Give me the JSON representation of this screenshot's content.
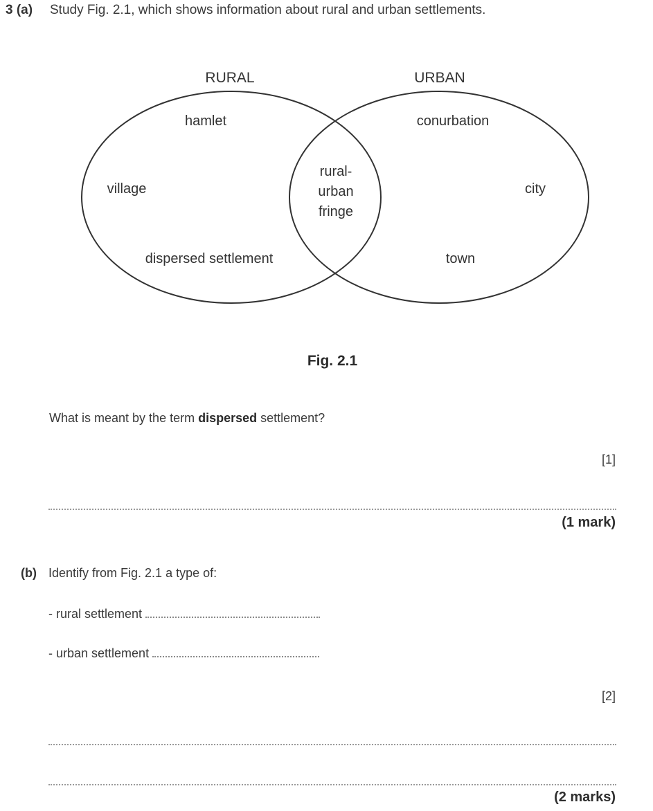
{
  "question_3a": {
    "number": "3 (a)",
    "intro": "Study Fig. 2.1, which shows information about rural and urban settlements."
  },
  "figure": {
    "caption": "Fig. 2.1",
    "rural_label": "RURAL",
    "urban_label": "URBAN",
    "rural_items": [
      "hamlet",
      "village",
      "dispersed settlement"
    ],
    "overlap_items": [
      "rural-",
      "urban",
      "fringe"
    ],
    "urban_items": [
      "conurbation",
      "city",
      "town"
    ]
  },
  "part_a": {
    "question_prefix": "What is meant by the term ",
    "question_bold": "dispersed",
    "question_suffix": " settlement?",
    "mark_bracket": "[1]",
    "marks_label": "(1 mark)"
  },
  "part_b": {
    "label": "(b)",
    "prompt": "Identify from Fig. 2.1 a type of:",
    "rural_prompt": "- rural settlement",
    "urban_prompt": "- urban settlement",
    "rural_answer": "",
    "urban_answer": "",
    "mark_bracket": "[2]",
    "marks_label": "(2 marks)"
  }
}
